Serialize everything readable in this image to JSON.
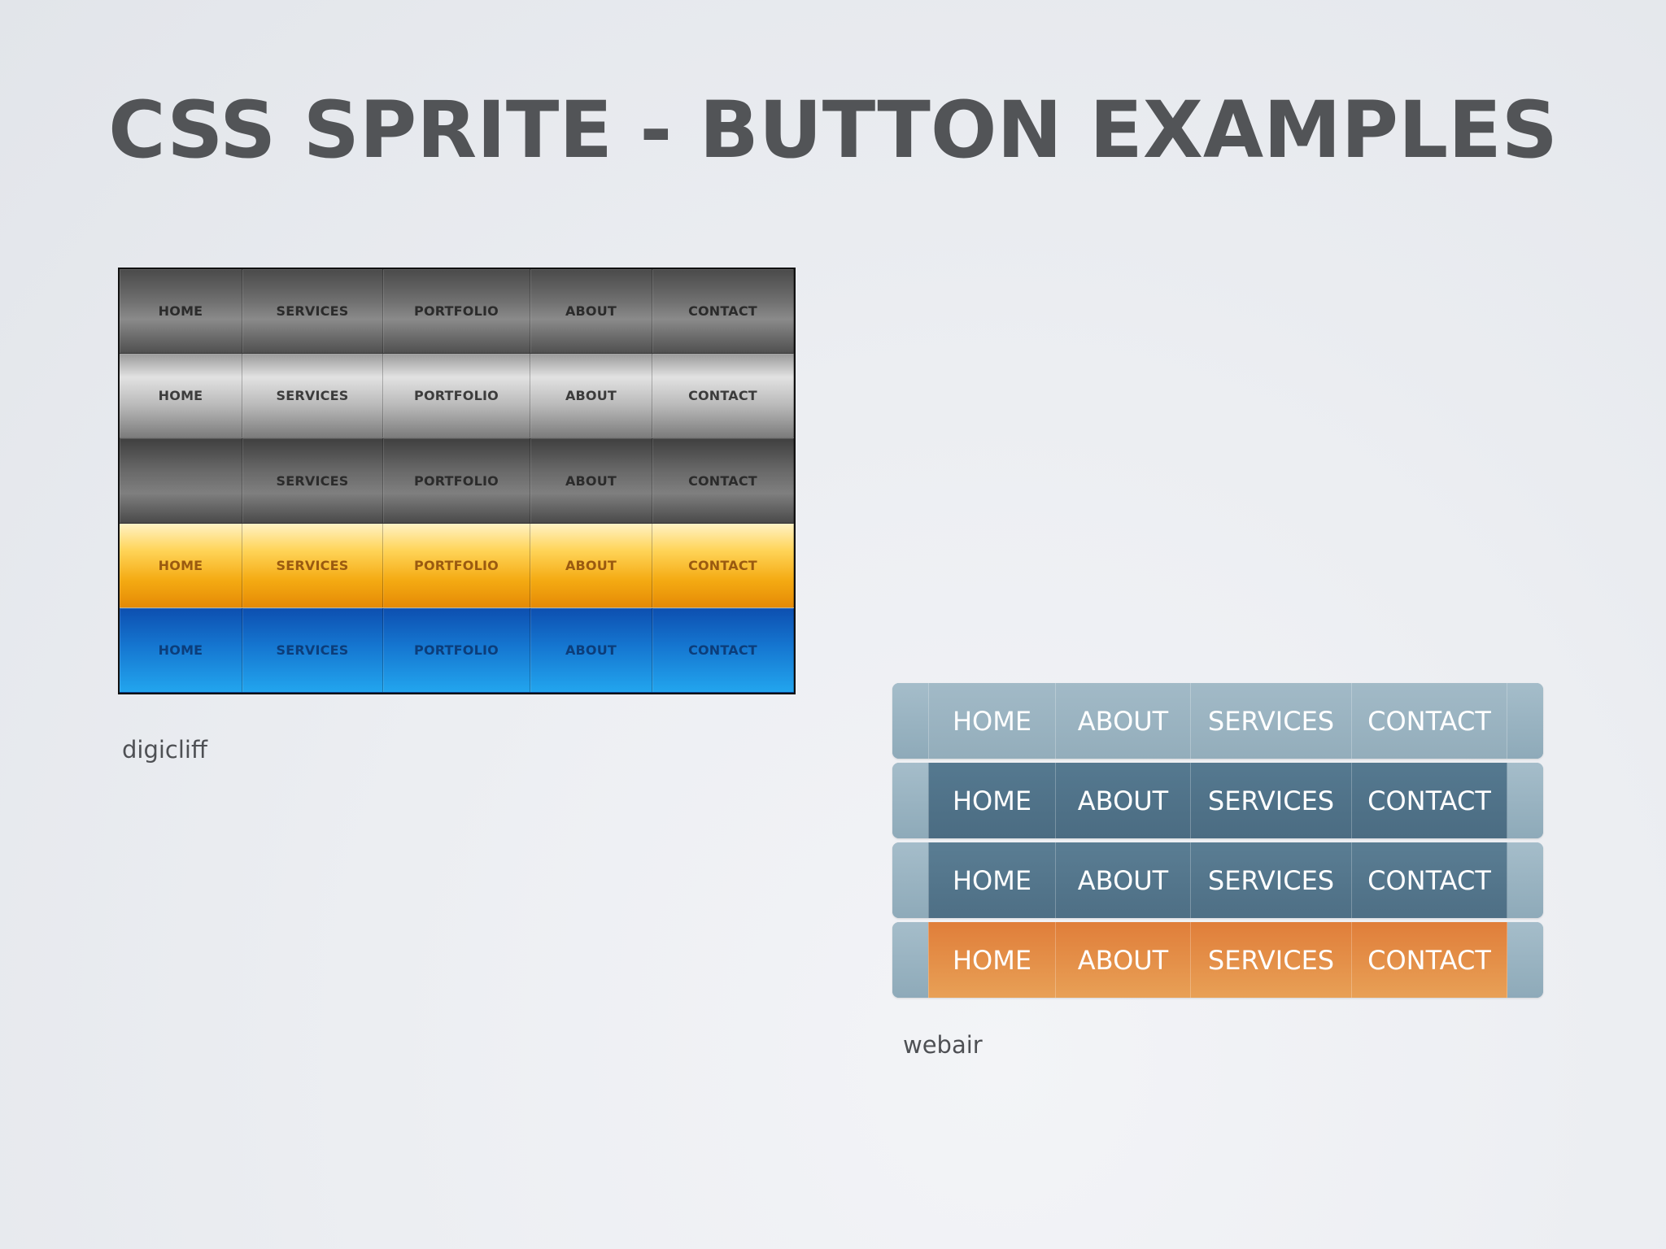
{
  "title": "CSS SPRITE - BUTTON EXAMPLES",
  "digicliff": {
    "caption": "digicliff",
    "rows": [
      {
        "style": "dark",
        "labels": [
          "HOME",
          "SERVICES",
          "PORTFOLIO",
          "ABOUT",
          "CONTACT"
        ]
      },
      {
        "style": "light",
        "labels": [
          "HOME",
          "SERVICES",
          "PORTFOLIO",
          "ABOUT",
          "CONTACT"
        ]
      },
      {
        "style": "dark2",
        "labels": [
          "",
          "SERVICES",
          "PORTFOLIO",
          "ABOUT",
          "CONTACT"
        ]
      },
      {
        "style": "orange",
        "labels": [
          "HOME",
          "SERVICES",
          "PORTFOLIO",
          "ABOUT",
          "CONTACT"
        ]
      },
      {
        "style": "blue",
        "labels": [
          "HOME",
          "SERVICES",
          "PORTFOLIO",
          "ABOUT",
          "CONTACT"
        ]
      }
    ]
  },
  "webair": {
    "caption": "webair",
    "rows": [
      {
        "style": "light",
        "labels": [
          "HOME",
          "ABOUT",
          "SERVICES",
          "CONTACT"
        ]
      },
      {
        "style": "dark",
        "labels": [
          "HOME",
          "ABOUT",
          "SERVICES",
          "CONTACT"
        ]
      },
      {
        "style": "dark2",
        "labels": [
          "HOME",
          "ABOUT",
          "SERVICES",
          "CONTACT"
        ]
      },
      {
        "style": "orange",
        "labels": [
          "HOME",
          "ABOUT",
          "SERVICES",
          "CONTACT"
        ]
      }
    ]
  }
}
